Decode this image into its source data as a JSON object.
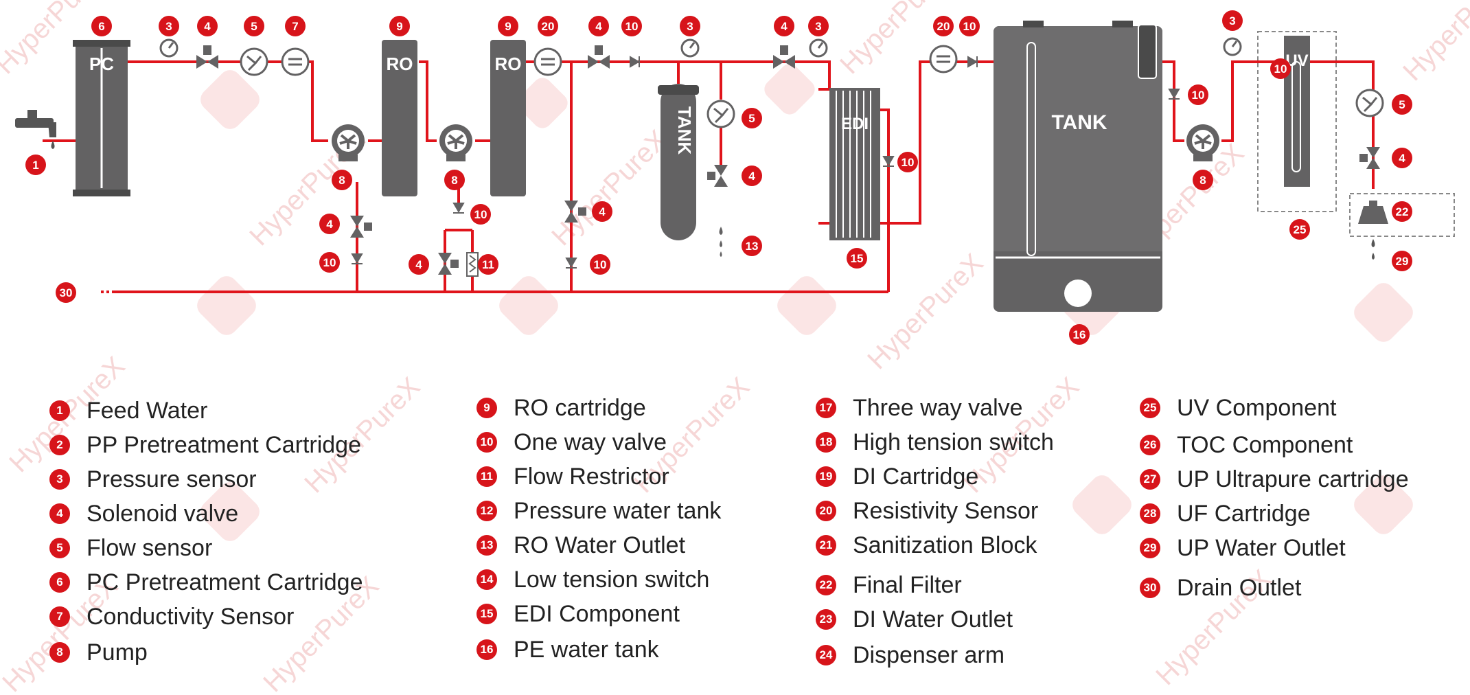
{
  "colors": {
    "pipe": "#e0141b",
    "component": "#636263",
    "badge": "#d7141a",
    "badge_text": "#ffffff",
    "text": "#222222",
    "watermark": "#f5d0d0"
  },
  "watermark_text": "HyperPureX",
  "diagram": {
    "component_labels": {
      "pc": "PC",
      "ro1": "RO",
      "ro2": "RO",
      "pressure_tank": "TANK",
      "edi": "EDI",
      "pe_tank": "TANK",
      "uv": "UV"
    },
    "badges": [
      "1",
      "6",
      "3",
      "4",
      "5",
      "7",
      "9",
      "9",
      "20",
      "4",
      "10",
      "3",
      "4",
      "3",
      "20",
      "10",
      "3",
      "8",
      "8",
      "10",
      "5",
      "4",
      "13",
      "10",
      "15",
      "16",
      "8",
      "10",
      "5",
      "4",
      "22",
      "25",
      "29",
      "4",
      "10",
      "4",
      "11",
      "4",
      "10",
      "30",
      "10"
    ]
  },
  "legend": {
    "items": [
      {
        "num": "1",
        "label": "Feed Water"
      },
      {
        "num": "2",
        "label": "PP Pretreatment Cartridge"
      },
      {
        "num": "3",
        "label": "Pressure sensor"
      },
      {
        "num": "4",
        "label": "Solenoid valve"
      },
      {
        "num": "5",
        "label": "Flow sensor"
      },
      {
        "num": "6",
        "label": "PC Pretreatment Cartridge"
      },
      {
        "num": "7",
        "label": "Conductivity Sensor"
      },
      {
        "num": "8",
        "label": "Pump"
      },
      {
        "num": "9",
        "label": "RO cartridge"
      },
      {
        "num": "10",
        "label": "One way valve"
      },
      {
        "num": "11",
        "label": "Flow Restrictor"
      },
      {
        "num": "12",
        "label": "Pressure water tank"
      },
      {
        "num": "13",
        "label": "RO Water Outlet"
      },
      {
        "num": "14",
        "label": "Low tension switch"
      },
      {
        "num": "15",
        "label": "EDI Component"
      },
      {
        "num": "16",
        "label": "PE water tank"
      },
      {
        "num": "17",
        "label": "Three way valve"
      },
      {
        "num": "18",
        "label": "High tension switch"
      },
      {
        "num": "19",
        "label": "DI Cartridge"
      },
      {
        "num": "20",
        "label": "Resistivity Sensor"
      },
      {
        "num": "21",
        "label": "Sanitization Block"
      },
      {
        "num": "22",
        "label": "Final Filter"
      },
      {
        "num": "23",
        "label": "DI Water Outlet"
      },
      {
        "num": "24",
        "label": "Dispenser arm"
      },
      {
        "num": "25",
        "label": "UV Component"
      },
      {
        "num": "26",
        "label": "TOC Component"
      },
      {
        "num": "27",
        "label": "UP Ultrapure cartridge"
      },
      {
        "num": "28",
        "label": "UF Cartridge"
      },
      {
        "num": "29",
        "label": "UP Water Outlet"
      },
      {
        "num": "30",
        "label": "Drain Outlet"
      }
    ]
  }
}
